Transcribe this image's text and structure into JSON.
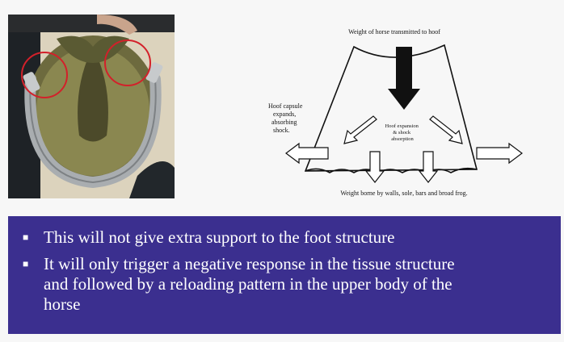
{
  "photo": {
    "description_icon": "horseshoe-hoof-photo-icon"
  },
  "diagram": {
    "top_label": "Weight of horse transmitted to hoof",
    "left_label_lines": [
      "Hoof capsule",
      "expands,",
      "absorbing",
      "shock."
    ],
    "center_label_lines": [
      "Hoof expansion",
      "& shock",
      "absorption"
    ],
    "bottom_label": "Weight borne by walls, sole, bars and broad frog."
  },
  "bullets": {
    "items": [
      {
        "lines": [
          "This will not give extra support to the foot structure"
        ]
      },
      {
        "lines": [
          "It will only trigger a negative response in the tissue structure",
          "and followed by a reloading pattern in the upper body of the",
          "horse"
        ]
      }
    ]
  },
  "colors": {
    "panel": "#3b2f8f",
    "text": "#ffffff",
    "highlight_circle": "#d3202a"
  }
}
